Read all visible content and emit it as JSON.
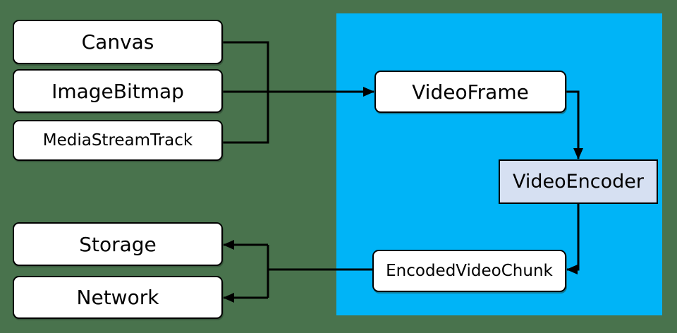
{
  "colors": {
    "background": "#49734d",
    "region_fill": "#00b4f7",
    "node_fill": "#ffffff",
    "encoder_node_fill": "#d6e0f2",
    "line": "#000000",
    "text": "#000000"
  },
  "nodes": {
    "canvas": {
      "label": "Canvas"
    },
    "image_bitmap": {
      "label": "ImageBitmap"
    },
    "media_stream_track": {
      "label": "MediaStreamTrack"
    },
    "video_frame": {
      "label": "VideoFrame"
    },
    "video_encoder": {
      "label": "VideoEncoder"
    },
    "encoded_video_chunk": {
      "label": "EncodedVideoChunk"
    },
    "storage": {
      "label": "Storage"
    },
    "network": {
      "label": "Network"
    }
  },
  "edges": [
    {
      "from": "Canvas",
      "to": "VideoFrame"
    },
    {
      "from": "ImageBitmap",
      "to": "VideoFrame"
    },
    {
      "from": "MediaStreamTrack",
      "to": "VideoFrame"
    },
    {
      "from": "VideoFrame",
      "to": "VideoEncoder"
    },
    {
      "from": "VideoEncoder",
      "to": "EncodedVideoChunk"
    },
    {
      "from": "EncodedVideoChunk",
      "to": "Storage"
    },
    {
      "from": "EncodedVideoChunk",
      "to": "Network"
    }
  ]
}
